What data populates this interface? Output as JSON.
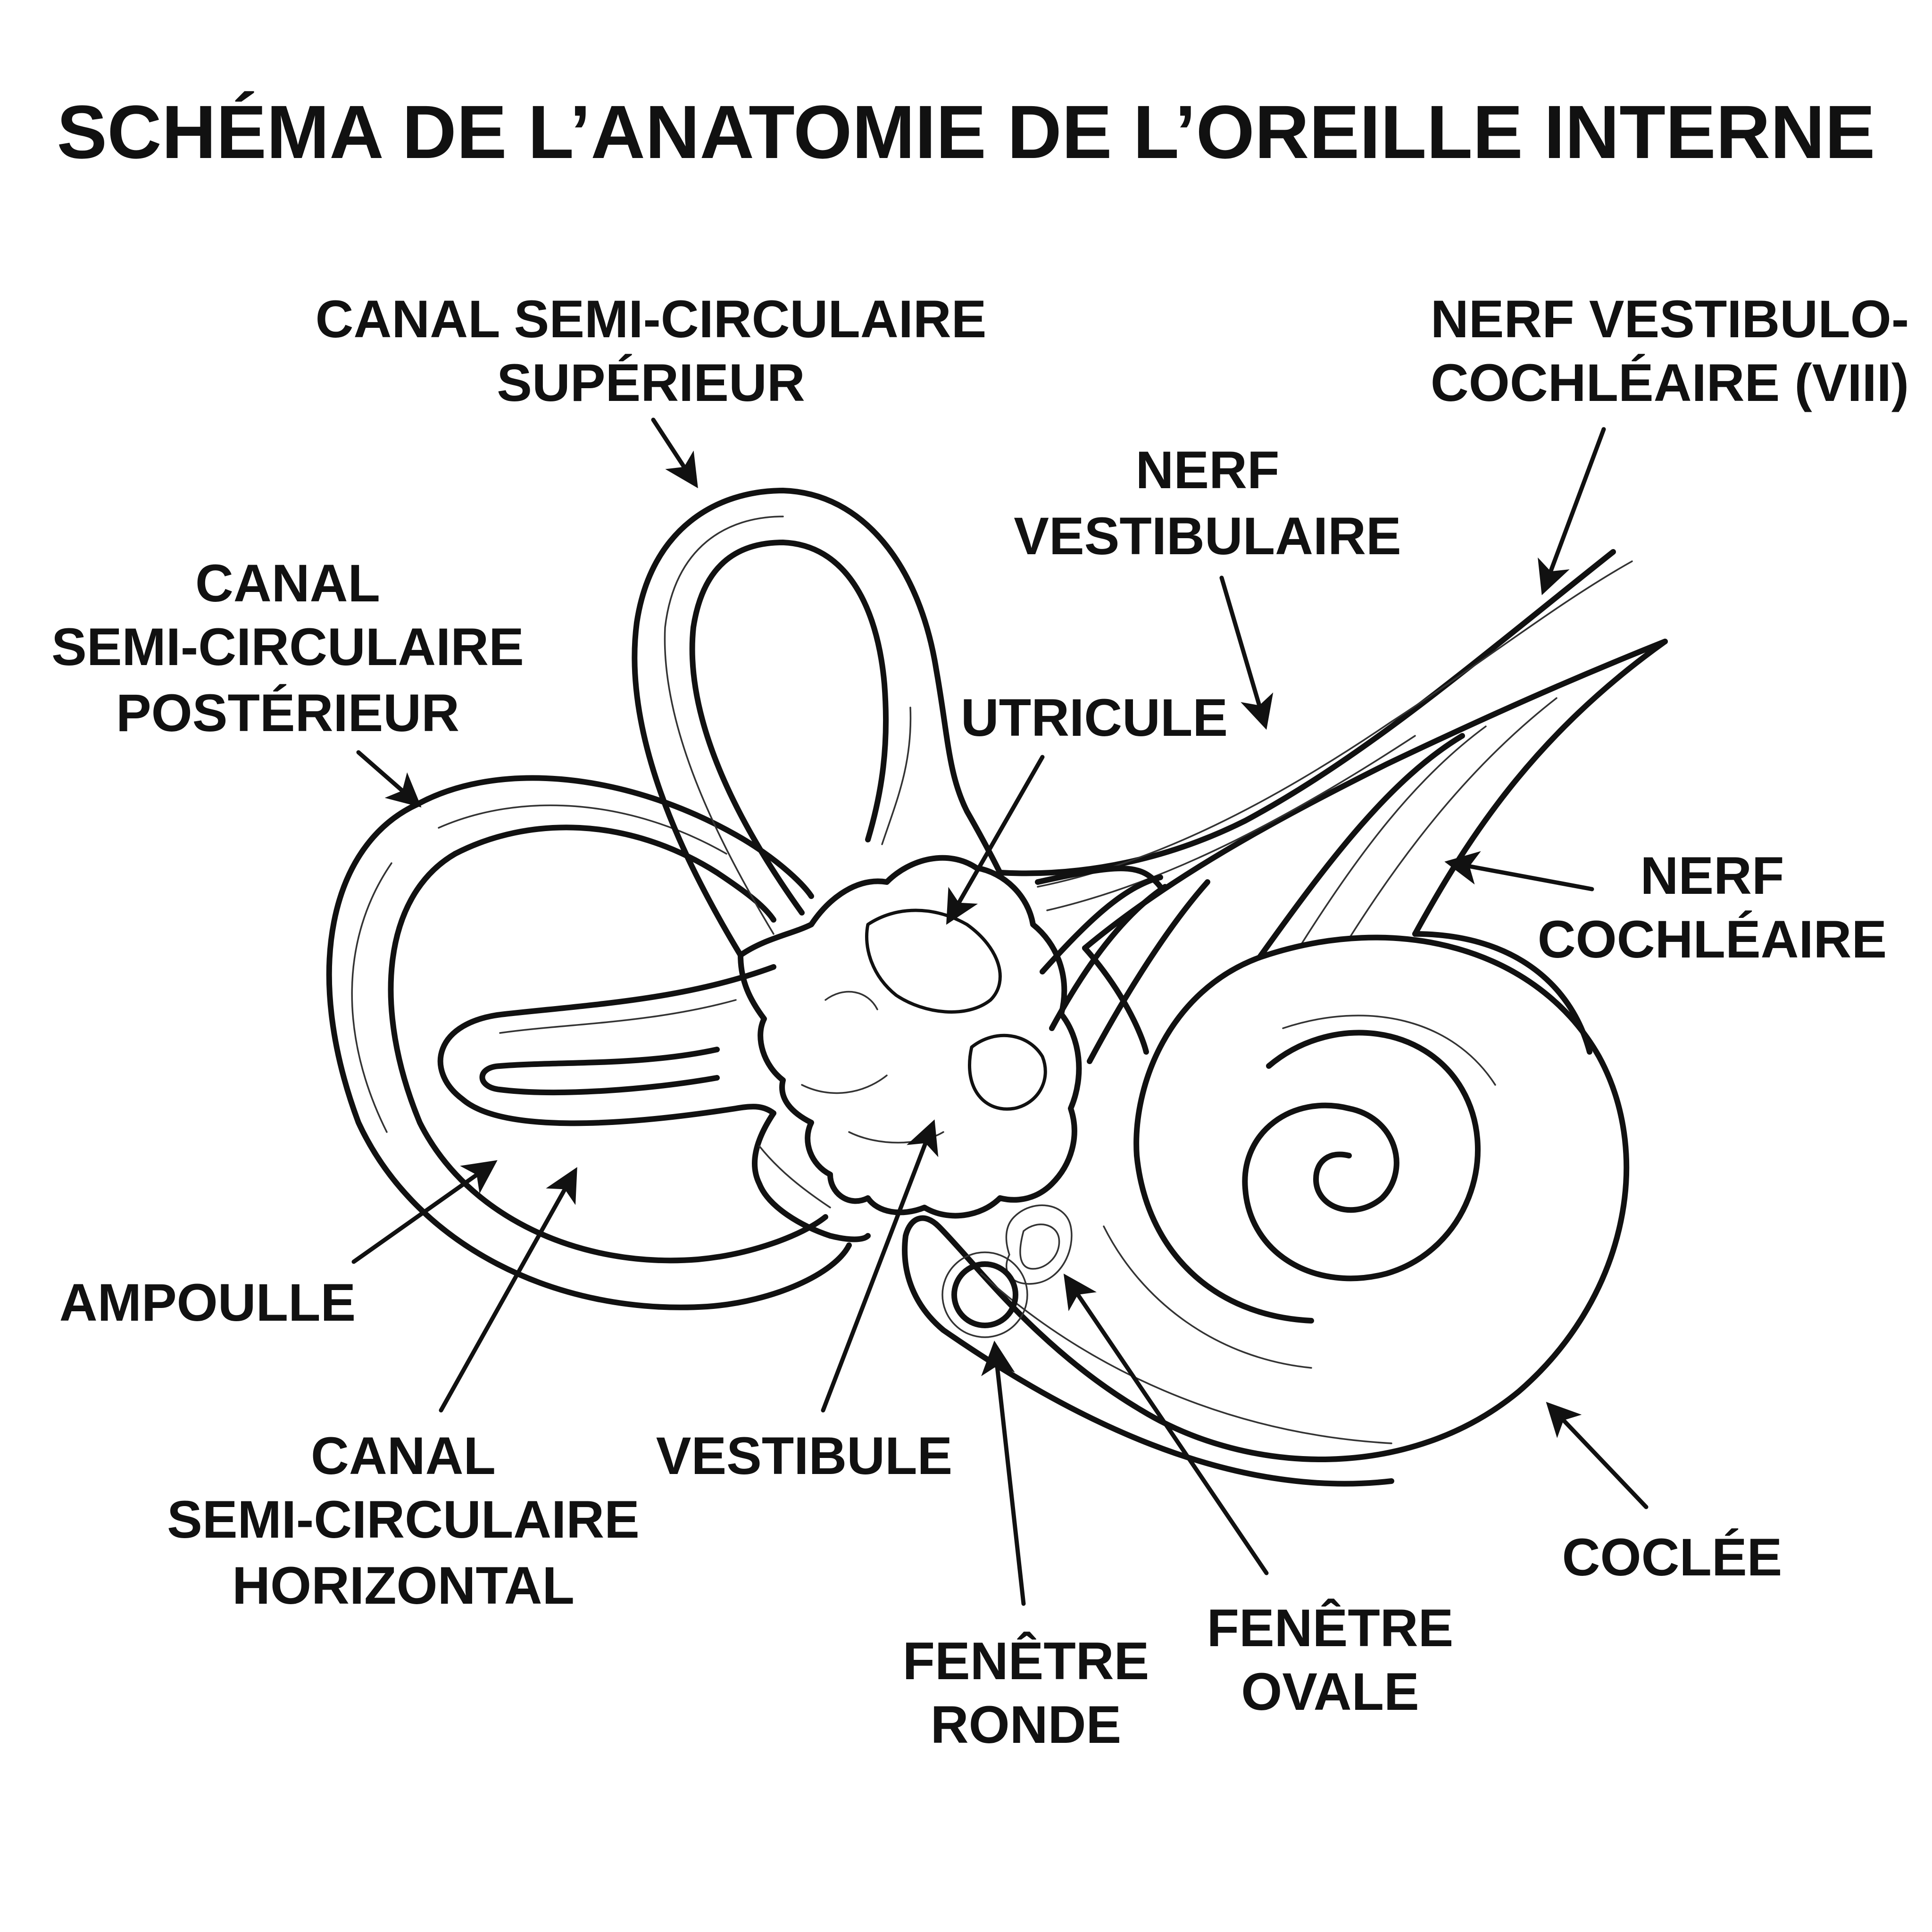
{
  "title": "SCHÉMA DE L’ANATOMIE DE L’OREILLE INTERNE",
  "labels": {
    "canal_sup": [
      "CANAL SEMI-CIRCULAIRE",
      "SUPÉRIEUR"
    ],
    "nerf_vc": [
      "NERF VESTIBULO-",
      "COCHLÉAIRE (VIII)"
    ],
    "nerf_vest": [
      "NERF",
      "VESTIBULAIRE"
    ],
    "canal_post": [
      "CANAL",
      "SEMI-CIRCULAIRE",
      "POSTÉRIEUR"
    ],
    "utricule": [
      "UTRICULE"
    ],
    "nerf_coch": [
      "NERF",
      "COCHLÉAIRE"
    ],
    "ampoulle": [
      "AMPOULLE"
    ],
    "canal_horiz": [
      "CANAL",
      "SEMI-CIRCULAIRE",
      "HORIZONTAL"
    ],
    "vestibule": [
      "VESTIBULE"
    ],
    "coclee": [
      "COCLÉE"
    ],
    "fen_ronde": [
      "FENÊTRE",
      "RONDE"
    ],
    "fen_ovale": [
      "FENÊTRE",
      "OVALE"
    ]
  }
}
